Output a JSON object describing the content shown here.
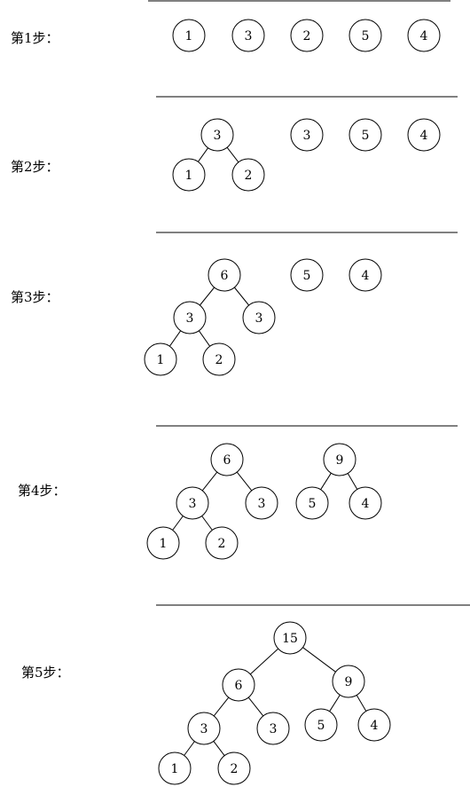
{
  "steps": [
    {
      "label": "第1步：",
      "nodes": [
        {
          "id": "a",
          "value": "1"
        },
        {
          "id": "b",
          "value": "3"
        },
        {
          "id": "c",
          "value": "2"
        },
        {
          "id": "d",
          "value": "5"
        },
        {
          "id": "e",
          "value": "4"
        }
      ],
      "edges": []
    },
    {
      "label": "第2步：",
      "nodes": [
        {
          "id": "r",
          "value": "3"
        },
        {
          "id": "l1",
          "value": "1"
        },
        {
          "id": "l2",
          "value": "2"
        },
        {
          "id": "f1",
          "value": "3"
        },
        {
          "id": "f2",
          "value": "5"
        },
        {
          "id": "f3",
          "value": "4"
        }
      ],
      "edges": [
        [
          "r",
          "l1"
        ],
        [
          "r",
          "l2"
        ]
      ]
    },
    {
      "label": "第3步：",
      "nodes": [
        {
          "id": "r",
          "value": "6"
        },
        {
          "id": "m",
          "value": "3"
        },
        {
          "id": "m2",
          "value": "3"
        },
        {
          "id": "l1",
          "value": "1"
        },
        {
          "id": "l2",
          "value": "2"
        },
        {
          "id": "f1",
          "value": "5"
        },
        {
          "id": "f2",
          "value": "4"
        }
      ],
      "edges": [
        [
          "r",
          "m"
        ],
        [
          "r",
          "m2"
        ],
        [
          "m",
          "l1"
        ],
        [
          "m",
          "l2"
        ]
      ]
    },
    {
      "label": "第4步：",
      "nodes": [
        {
          "id": "r",
          "value": "6"
        },
        {
          "id": "m",
          "value": "3"
        },
        {
          "id": "m2",
          "value": "3"
        },
        {
          "id": "l1",
          "value": "1"
        },
        {
          "id": "l2",
          "value": "2"
        },
        {
          "id": "r2",
          "value": "9"
        },
        {
          "id": "q1",
          "value": "5"
        },
        {
          "id": "q2",
          "value": "4"
        }
      ],
      "edges": [
        [
          "r",
          "m"
        ],
        [
          "r",
          "m2"
        ],
        [
          "m",
          "l1"
        ],
        [
          "m",
          "l2"
        ],
        [
          "r2",
          "q1"
        ],
        [
          "r2",
          "q2"
        ]
      ]
    },
    {
      "label": "第5步：",
      "nodes": [
        {
          "id": "t",
          "value": "15"
        },
        {
          "id": "r",
          "value": "6"
        },
        {
          "id": "r2",
          "value": "9"
        },
        {
          "id": "m",
          "value": "3"
        },
        {
          "id": "m2",
          "value": "3"
        },
        {
          "id": "q1",
          "value": "5"
        },
        {
          "id": "q2",
          "value": "4"
        },
        {
          "id": "l1",
          "value": "1"
        },
        {
          "id": "l2",
          "value": "2"
        }
      ],
      "edges": [
        [
          "t",
          "r"
        ],
        [
          "t",
          "r2"
        ],
        [
          "r",
          "m"
        ],
        [
          "r",
          "m2"
        ],
        [
          "m",
          "l1"
        ],
        [
          "m",
          "l2"
        ],
        [
          "r2",
          "q1"
        ],
        [
          "r2",
          "q2"
        ]
      ]
    }
  ]
}
